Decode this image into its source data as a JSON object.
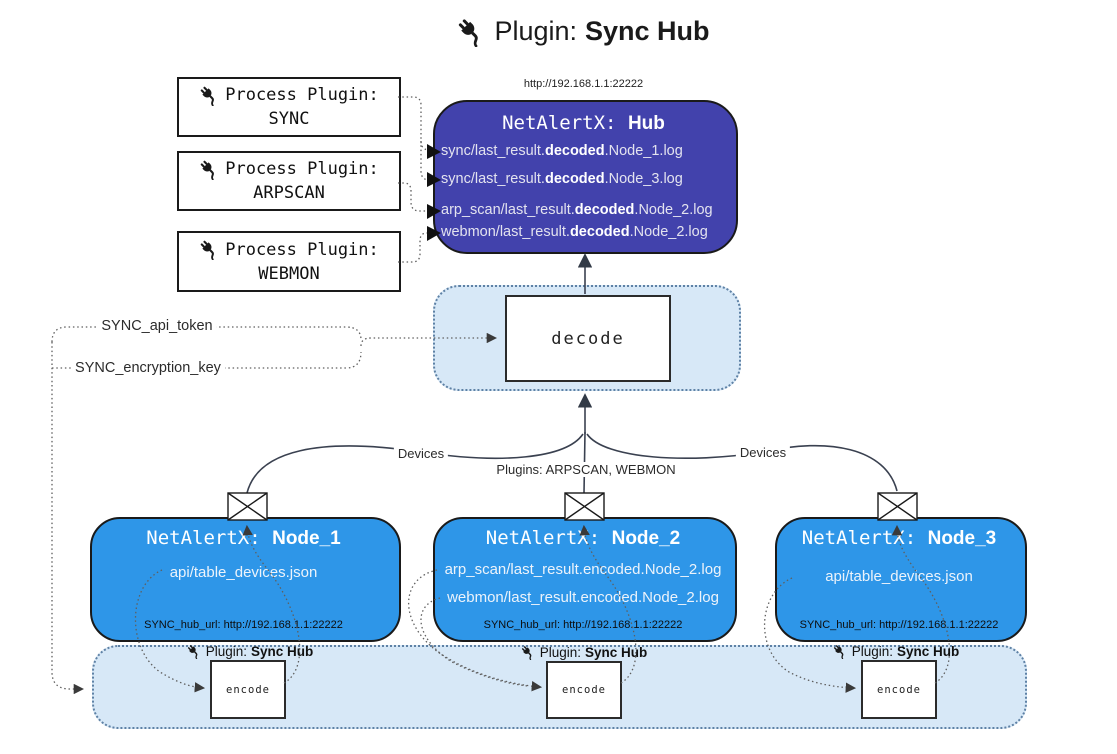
{
  "title": {
    "prefix": "Plugin:",
    "bold": "Sync Hub"
  },
  "hub": {
    "url": "http://192.168.1.1:22222",
    "name_prefix": "NetAlertX:",
    "name_bold": "Hub",
    "lines": [
      {
        "pre": "sync/last_result.",
        "bold": "decoded",
        "post": ".Node_1.log"
      },
      {
        "pre": "sync/last_result.",
        "bold": "decoded",
        "post": ".Node_3.log"
      },
      {
        "pre": "arp_scan/last_result.",
        "bold": "decoded",
        "post": ".Node_2.log"
      },
      {
        "pre": "webmon/last_result.",
        "bold": "decoded",
        "post": ".Node_2.log"
      }
    ]
  },
  "process_plugins": [
    {
      "line1": "Process Plugin:",
      "name": "SYNC"
    },
    {
      "line1": "Process Plugin:",
      "name": "ARPSCAN"
    },
    {
      "line1": "Process Plugin:",
      "name": "WEBMON"
    }
  ],
  "decode": {
    "label": "decode"
  },
  "config": {
    "api_token": "SYNC_api_token",
    "encryption_key": "SYNC_encryption_key"
  },
  "edges": {
    "devices_left": "Devices",
    "plugins_center": "Plugins: ARPSCAN, WEBMON",
    "devices_right": "Devices"
  },
  "nodes": [
    {
      "name_prefix": "NetAlertX:",
      "name_bold": "Node_1",
      "files": [
        "api/table_devices.json"
      ],
      "hub_url": "SYNC_hub_url: http://192.168.1.1:22222"
    },
    {
      "name_prefix": "NetAlertX:",
      "name_bold": "Node_2",
      "files": [
        "arp_scan/last_result.encoded.Node_2.log",
        "webmon/last_result.encoded.Node_2.log"
      ],
      "hub_url": "SYNC_hub_url: http://192.168.1.1:22222"
    },
    {
      "name_prefix": "NetAlertX:",
      "name_bold": "Node_3",
      "files": [
        "api/table_devices.json"
      ],
      "hub_url": "SYNC_hub_url: http://192.168.1.1:22222"
    }
  ],
  "encode": {
    "plugin_prefix": "Plugin:",
    "plugin_bold": "Sync Hub",
    "label": "encode"
  },
  "colors": {
    "hub_fill": "#4242ac",
    "node_fill": "#2e96e8",
    "panel_fill": "#d7e8f7",
    "panel_border": "#5e81a5",
    "box_border": "#1a1a1a",
    "wire": "#3a4150",
    "text_on_blue": "#ffffff"
  }
}
